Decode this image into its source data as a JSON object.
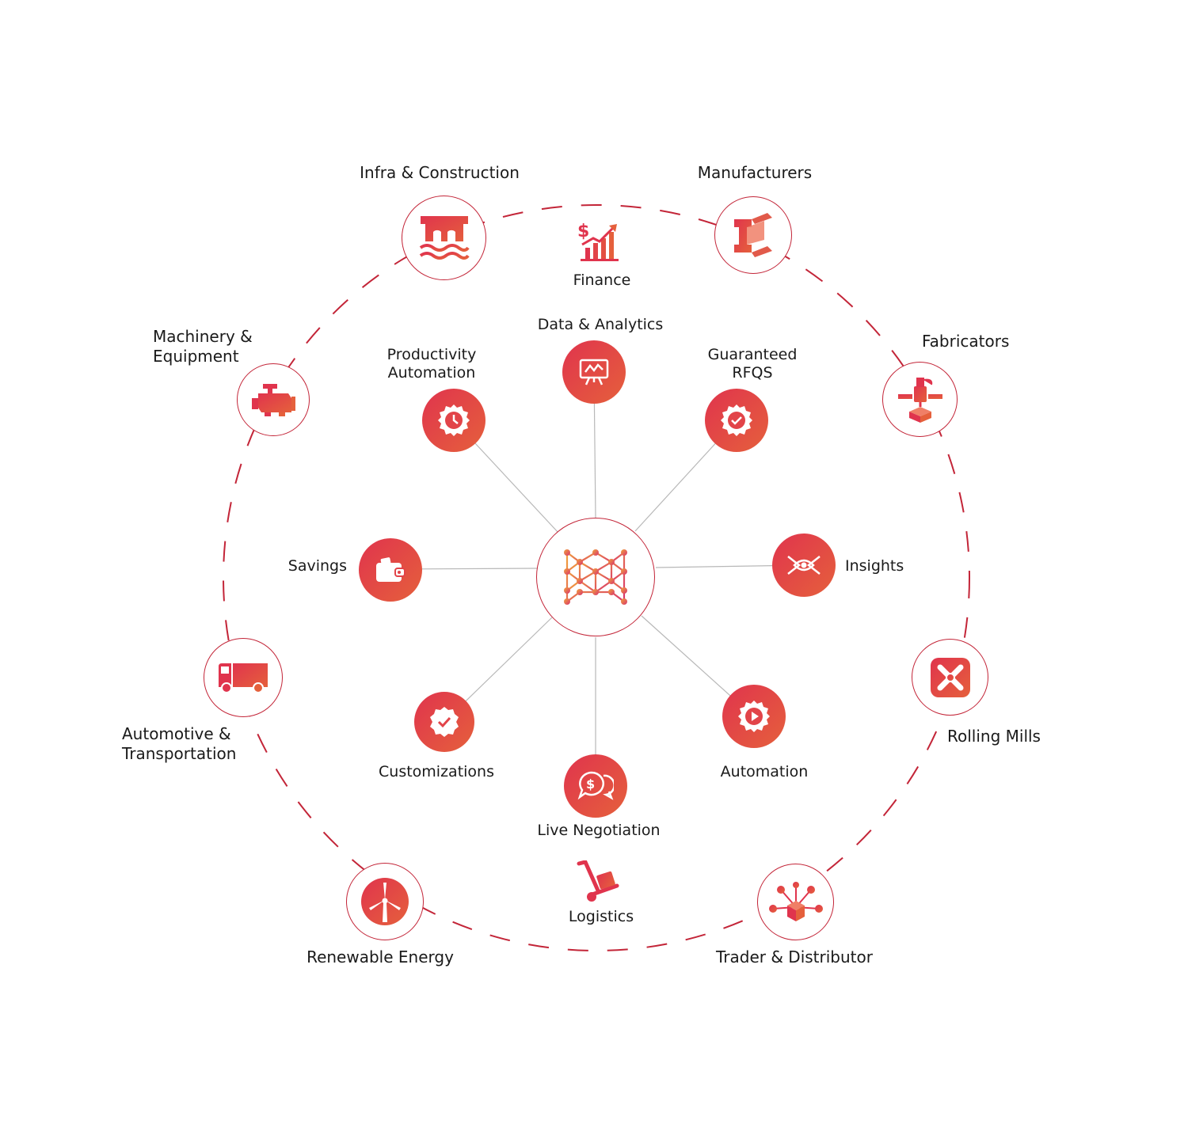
{
  "colors": {
    "accent": "#c32538",
    "gradient_start": "#e0344d",
    "gradient_end": "#e5603c",
    "connector": "#b8b8b8"
  },
  "center": {
    "icon": "network-logo-icon"
  },
  "outer_nodes": [
    {
      "label": "Infra & Construction",
      "icon": "bridge-icon"
    },
    {
      "label": "Manufacturers",
      "icon": "steel-beam-icon"
    },
    {
      "label": "Fabricators",
      "icon": "robot-arm-icon"
    },
    {
      "label": "Rolling Mills",
      "icon": "rollers-icon"
    },
    {
      "label": "Trader & Distributor",
      "icon": "distribution-hub-icon"
    },
    {
      "label": "Renewable Energy",
      "icon": "wind-turbine-icon"
    },
    {
      "label": "Automotive &",
      "label2": "Transportation",
      "icon": "truck-icon"
    },
    {
      "label": "Machinery &",
      "label2": "Equipment",
      "icon": "engine-icon"
    }
  ],
  "on_ring": [
    {
      "label": "Finance",
      "icon": "finance-growth-icon"
    },
    {
      "label": "Logistics",
      "icon": "hand-truck-icon"
    }
  ],
  "inner_nodes": [
    {
      "label": "Data & Analytics",
      "icon": "analytics-board-icon"
    },
    {
      "label": "Guaranteed",
      "label2": "RFQS",
      "icon": "gear-check-icon"
    },
    {
      "label": "Insights",
      "icon": "eye-insight-icon"
    },
    {
      "label": "Automation",
      "icon": "gear-play-icon"
    },
    {
      "label": "Live Negotiation",
      "icon": "chat-dollar-icon"
    },
    {
      "label": "Customizations",
      "icon": "badge-check-icon"
    },
    {
      "label": "Savings",
      "icon": "wallet-icon"
    },
    {
      "label": "Productivity",
      "label2": "Automation",
      "icon": "gear-clock-icon"
    }
  ]
}
